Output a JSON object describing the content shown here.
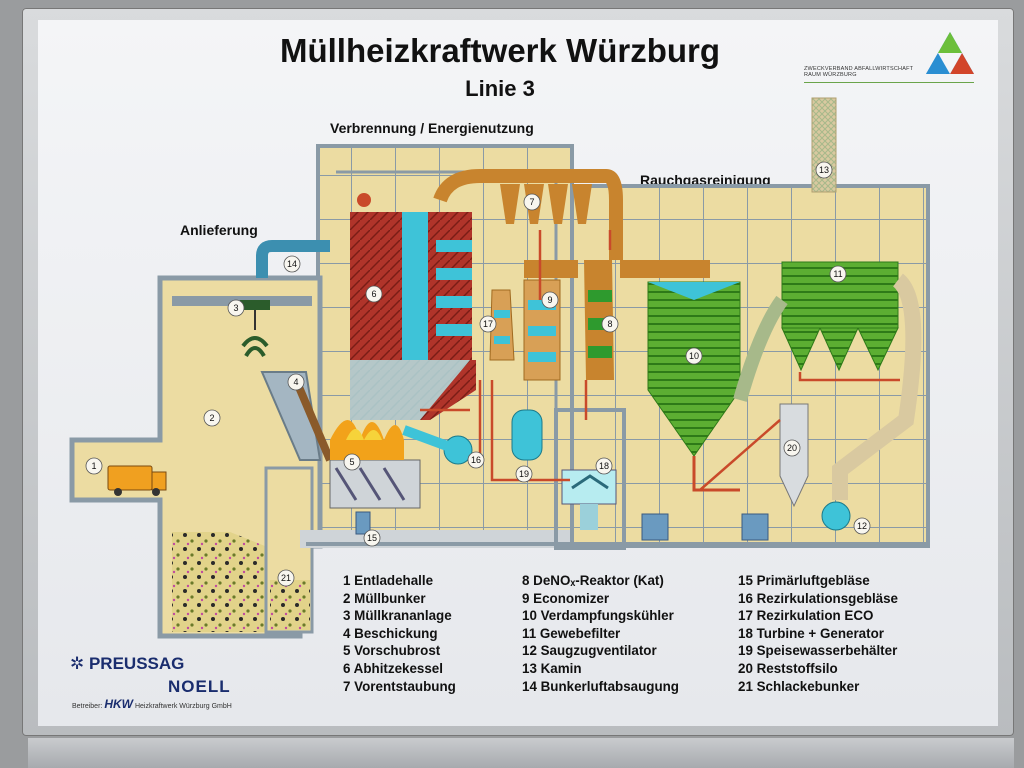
{
  "title": "Müllheizkraftwerk Würzburg",
  "subtitle": "Linie 3",
  "sections": {
    "combustion": "Verbrennung / Energienutzung",
    "flue_gas": "Rauchgasreinigung",
    "delivery": "Anlieferung"
  },
  "organization": {
    "name_line1": "ZWECKVERBAND ABFALLWIRTSCHAFT",
    "name_line2": "RAUM WÜRZBURG"
  },
  "legend": {
    "col1": [
      "1 Entladehalle",
      "2 Müllbunker",
      "3 Müllkrananlage",
      "4 Beschickung",
      "5 Vorschubrost",
      "6 Abhitzekessel",
      "7 Vorentstaubung"
    ],
    "col2": [
      "8 DeNOₓ-Reaktor (Kat)",
      "9 Economizer",
      "10 Verdampfungskühler",
      "11 Gewebefilter",
      "12 Saugzugventilator",
      "13 Kamin",
      "14 Bunkerluftabsaugung"
    ],
    "col3": [
      "15 Primärluftgebläse",
      "16 Rezirkulationsgebläse",
      "17 Rezirkulation ECO",
      "18 Turbine + Generator",
      "19 Speisewasserbehälter",
      "20 Reststoffsilo",
      "21 Schlackebunker"
    ]
  },
  "markers": [
    "1",
    "2",
    "3",
    "4",
    "5",
    "6",
    "7",
    "8",
    "9",
    "10",
    "11",
    "12",
    "13",
    "14",
    "15",
    "16",
    "17",
    "18",
    "19",
    "20",
    "21"
  ],
  "logos": {
    "manufacturer": "PREUSSAG",
    "manufacturer_sub": "NOELL",
    "operator_label": "Betreiber:",
    "operator_logo": "HKW",
    "operator_name": "Heizkraftwerk Würzburg GmbH"
  },
  "colors": {
    "building_fill": "#ecdca2",
    "wall": "#8a9aa6",
    "boiler": "#b0342a",
    "water_tubes": "#3ec3d8",
    "duct_brown": "#c8842e",
    "filter_green": "#5cae32",
    "pipe_red": "#c94a2a",
    "text_dark": "#111111"
  }
}
